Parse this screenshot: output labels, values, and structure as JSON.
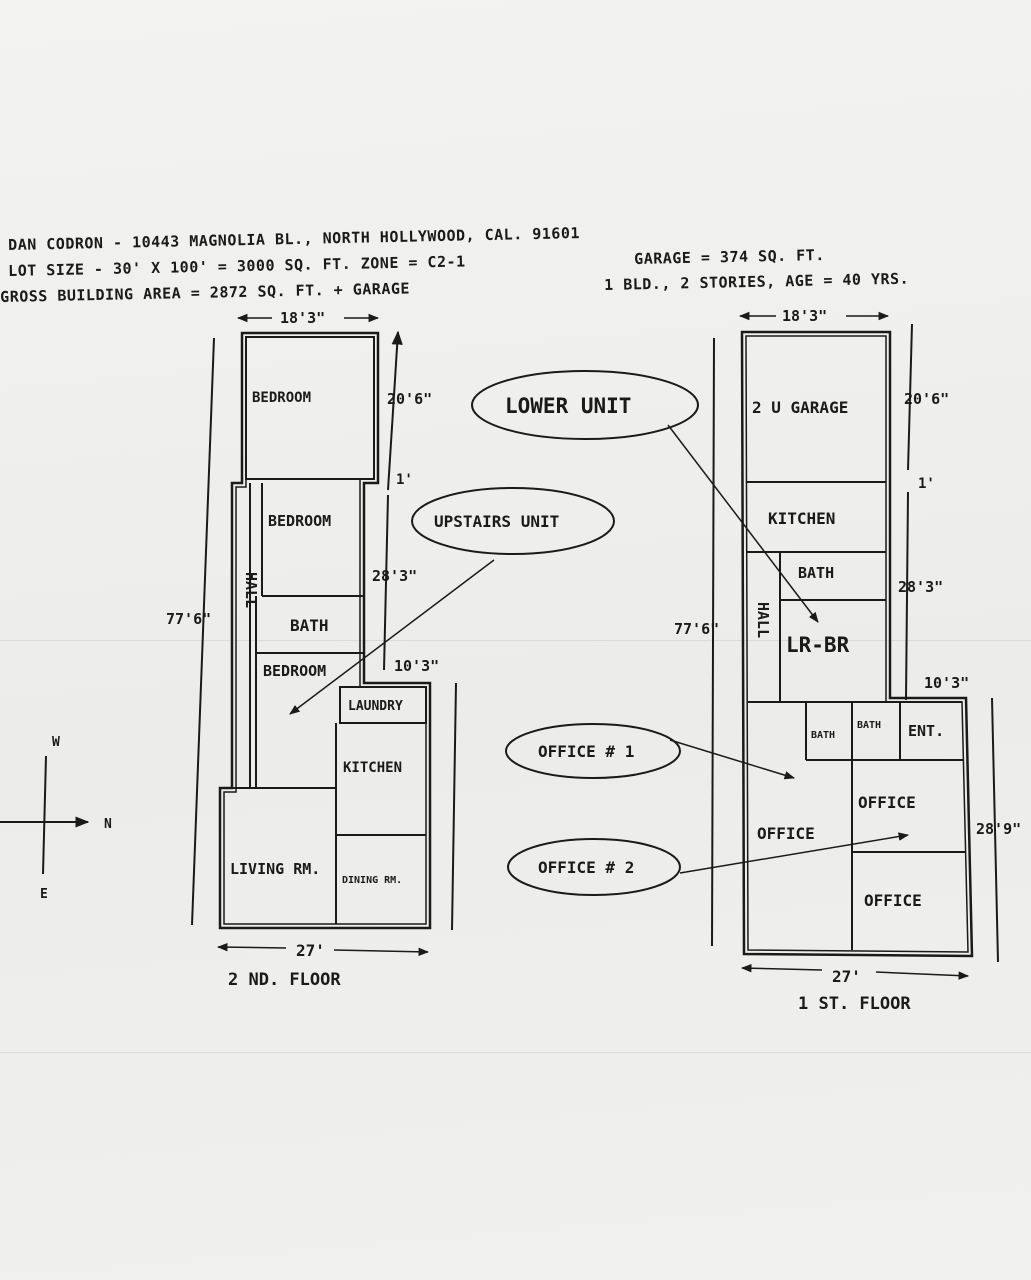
{
  "header": {
    "owner_line": "DAN CODRON - 10443 MAGNOLIA BL., NORTH HOLLYWOOD, CAL. 91601",
    "lot_line": "LOT SIZE - 30' X 100' = 3000 SQ. FT.   ZONE = C2-1",
    "garage_line": "GARAGE = 374 SQ. FT.",
    "gross_line": "GROSS BUILDING AREA = 2872 SQ. FT. + GARAGE",
    "building_line": "1 BLD., 2 STORIES, AGE = 40 YRS."
  },
  "second_floor": {
    "caption": "2 ND. FLOOR",
    "width_top": "18'3\"",
    "width_bottom": "27'",
    "length": "77'6\"",
    "dim_a": "20'6\"",
    "dim_b": "1'",
    "dim_c": "28'3\"",
    "dim_d": "10'3\"",
    "rooms": {
      "bedroom1": "BEDROOM",
      "bedroom2": "BEDROOM",
      "hall": "HALL",
      "bath": "BATH",
      "bedroom3": "BEDROOM",
      "laundry": "LAUNDRY",
      "kitchen": "KITCHEN",
      "living": "LIVING RM.",
      "dining": "DINING RM."
    }
  },
  "first_floor": {
    "caption": "1 ST. FLOOR",
    "width_top": "18'3\"",
    "width_bottom": "27'",
    "length": "77'6\"",
    "dim_a": "20'6\"",
    "dim_b": "1'",
    "dim_c": "28'3\"",
    "dim_d": "10'3\"",
    "dim_e": "28'9\"",
    "rooms": {
      "garage": "2 U GARAGE",
      "kitchen": "KITCHEN",
      "bath": "BATH",
      "hall": "HALL",
      "lrbr": "LR-BR",
      "bath_a": "BATH",
      "bath_b": "BATH",
      "ent": "ENT.",
      "office_left": "OFFICE",
      "office_right_top": "OFFICE",
      "office_right_bottom": "OFFICE"
    }
  },
  "callouts": {
    "lower_unit": "LOWER UNIT",
    "upstairs_unit": "UPSTAIRS UNIT",
    "office1": "OFFICE # 1",
    "office2": "OFFICE # 2"
  },
  "compass": {
    "west": "W",
    "north": "N",
    "east": "E"
  }
}
